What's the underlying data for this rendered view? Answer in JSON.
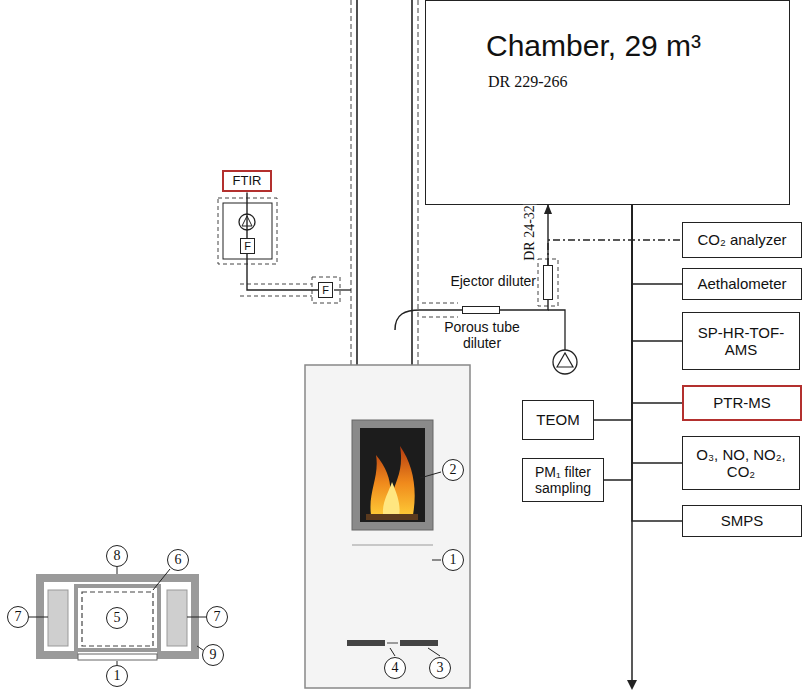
{
  "diagram": {
    "nodes": [
      {
        "text": [
          "Chamber, 29 m³",
          "DR 229-266"
        ]
      },
      {
        "text": [
          "FTIR"
        ]
      },
      {
        "text": [
          "F"
        ]
      },
      {
        "text": [
          "F"
        ]
      },
      {
        "text": [
          "Ejector diluter"
        ]
      },
      {
        "text": [
          "CO₂ analyzer"
        ]
      },
      {
        "text": [
          "Aethalometer"
        ]
      },
      {
        "text": [
          "Porous tube diluter"
        ]
      },
      {
        "text": [
          "SP-HR-TOF-AMS"
        ]
      },
      {
        "text": [
          "PTR-MS"
        ]
      },
      {
        "text": [
          "TEOM"
        ]
      },
      {
        "text": [
          "O₃, NO, NO₂, CO₂"
        ]
      },
      {
        "text": [
          "PM₁ filter sampling"
        ]
      },
      {
        "text": [
          "SMPS"
        ]
      },
      {
        "text": [
          "8"
        ]
      },
      {
        "text": [
          "6"
        ]
      },
      {
        "text": [
          "7"
        ]
      },
      {
        "text": [
          "5"
        ]
      },
      {
        "text": [
          "7"
        ]
      },
      {
        "text": [
          "9"
        ]
      },
      {
        "text": [
          "1"
        ]
      },
      {
        "text": [
          "2"
        ]
      },
      {
        "text": [
          "1"
        ]
      },
      {
        "text": [
          "4"
        ]
      },
      {
        "text": [
          "3"
        ]
      }
    ],
    "edges": [
      {
        "from": 4,
        "to": 0,
        "arrow": "to"
      },
      {
        "from": 4,
        "to": 5,
        "arrow": "none"
      },
      {
        "from": 7,
        "to": 4,
        "arrow": "none"
      },
      {
        "from": 3,
        "to": 2,
        "arrow": "none"
      },
      {
        "from": 2,
        "to": 1,
        "arrow": "none"
      },
      {
        "from": 0,
        "to": 6,
        "arrow": "none"
      },
      {
        "from": 0,
        "to": 8,
        "arrow": "none"
      },
      {
        "from": 0,
        "to": 9,
        "arrow": "none"
      },
      {
        "from": 0,
        "to": 10,
        "arrow": "none"
      },
      {
        "from": 0,
        "to": 11,
        "arrow": "none"
      },
      {
        "from": 0,
        "to": 12,
        "arrow": "none"
      },
      {
        "from": 0,
        "to": 13,
        "arrow": "none"
      }
    ],
    "labels": [
      "DR 24-32"
    ]
  }
}
